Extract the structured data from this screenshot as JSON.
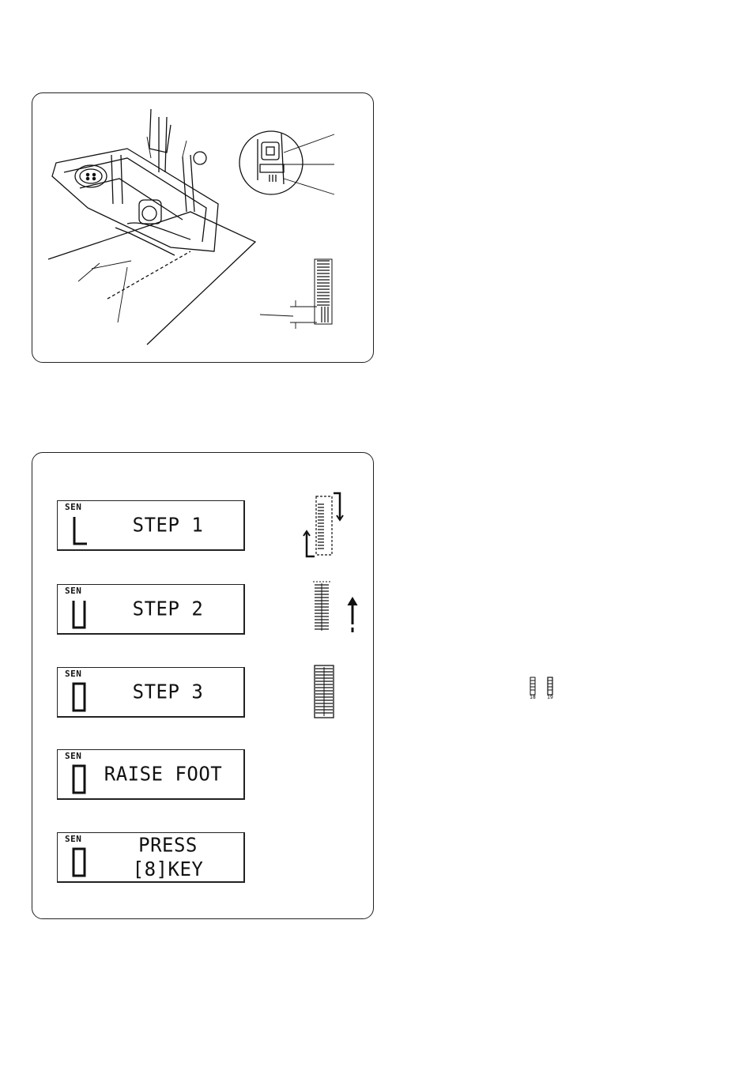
{
  "figures": {
    "top": {
      "description_icons": [
        "buttonhole-foot-icon",
        "fabric-icon",
        "buttonhole-stitch-icon"
      ]
    },
    "bottom": {
      "lcd_screens": [
        {
          "indicator": "SEN",
          "mode_glyph": "L",
          "line1": "STEP 1",
          "line2": ""
        },
        {
          "indicator": "SEN",
          "mode_glyph": "U",
          "line1": "STEP 2",
          "line2": ""
        },
        {
          "indicator": "SEN",
          "mode_glyph": "0",
          "line1": "STEP 3",
          "line2": ""
        },
        {
          "indicator": "SEN",
          "mode_glyph": "0",
          "line1": "RAISE FOOT",
          "line2": ""
        },
        {
          "indicator": "SEN",
          "mode_glyph": "0",
          "line1": "PRESS",
          "line2": "[8]KEY"
        }
      ]
    }
  },
  "inline_pattern_labels": [
    "18",
    "19"
  ]
}
